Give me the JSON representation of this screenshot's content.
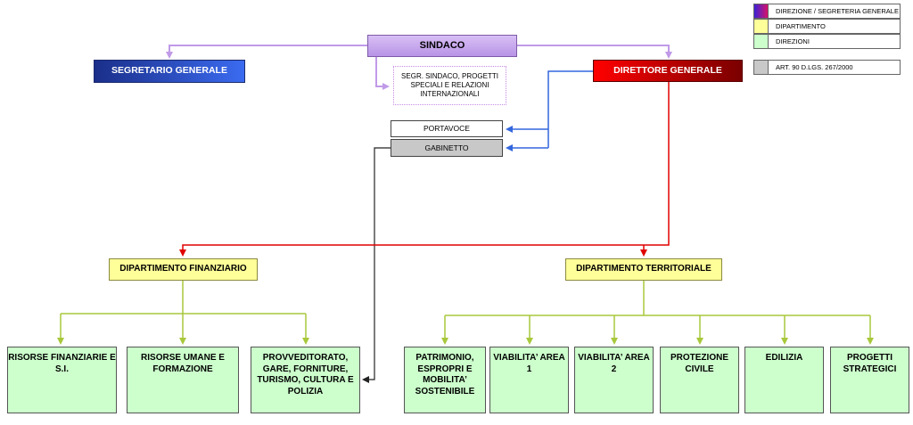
{
  "top": {
    "sindaco": "SINDACO",
    "segretario": "SEGRETARIO GENERALE",
    "direttore": "DIRETTORE GENERALE",
    "segr_sindaco": "SEGR. SINDACO, PROGETTI SPECIALI E RELAZIONI INTERNAZIONALI",
    "portavoce": "PORTAVOCE",
    "gabinetto": "GABINETTO"
  },
  "departments": {
    "finanziario": "DIPARTIMENTO FINANZIARIO",
    "territoriale": "DIPARTIMENTO TERRITORIALE"
  },
  "directorates": [
    "RISORSE FINANZIARIE E S.I.",
    "RISORSE UMANE E FORMAZIONE",
    "PROVVEDITORATO, GARE, FORNITURE, TURISMO, CULTURA E POLIZIA",
    "PATRIMONIO, ESPROPRI E MOBILITA’ SOSTENIBILE",
    "VIABILITA’ AREA 1",
    "VIABILITA’ AREA 2",
    "PROTEZIONE CIVILE",
    "EDILIZIA",
    "PROGETTI STRATEGICI"
  ],
  "legend": [
    {
      "label": "DIREZIONE / SEGRETERIA GENERALE",
      "color": "#3b22d6"
    },
    {
      "label": "DIPARTIMENTO",
      "color": "#ffff99"
    },
    {
      "label": "DIREZIONI",
      "color": "#ccffcc"
    },
    {
      "label": "ART. 90 D.LGS. 267/2000",
      "color": "#c8c8c8"
    }
  ],
  "colors": {
    "sindaco_links": "#c09ae8",
    "direttore_links": "#e00000",
    "staff_links": "#3366dd",
    "gabinetto_link": "#222222",
    "department_links": "#a8c83c"
  }
}
